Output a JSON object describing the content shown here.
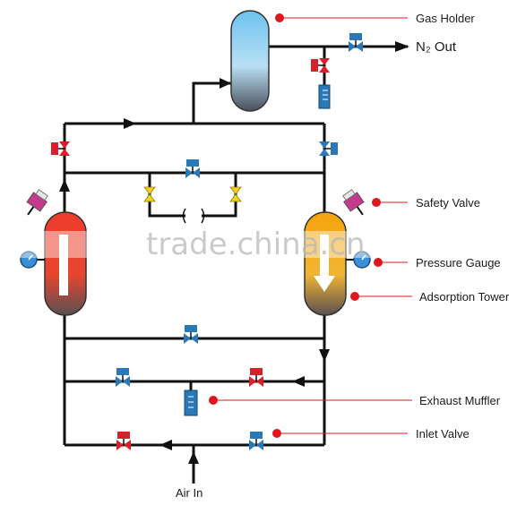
{
  "labels": {
    "gas_holder": "Gas Holder",
    "n2_out": "N₂ Out",
    "safety_valve": "Safety Valve",
    "pressure_gauge": "Pressure Gauge",
    "adsorption_tower": "Adsorption Tower",
    "exhaust_muffler": "Exhaust Muffler",
    "inlet_valve": "Inlet Valve",
    "air_in": "Air In"
  },
  "watermark": "trade.china.cn",
  "colors": {
    "pipe": "#111111",
    "callout_dot": "#e0161e",
    "callout_line": "#e0161e",
    "valve_blue": "#2a78b8",
    "valve_red": "#d8202a",
    "valve_yellow": "#f2d21a",
    "tower_left_top": "#ef3b2c",
    "tower_right_top": "#f5a30c",
    "tower_bottom": "#5a5052",
    "gas_holder_top": "#6cc2ee",
    "gas_holder_bottom": "#4a4f5a"
  }
}
